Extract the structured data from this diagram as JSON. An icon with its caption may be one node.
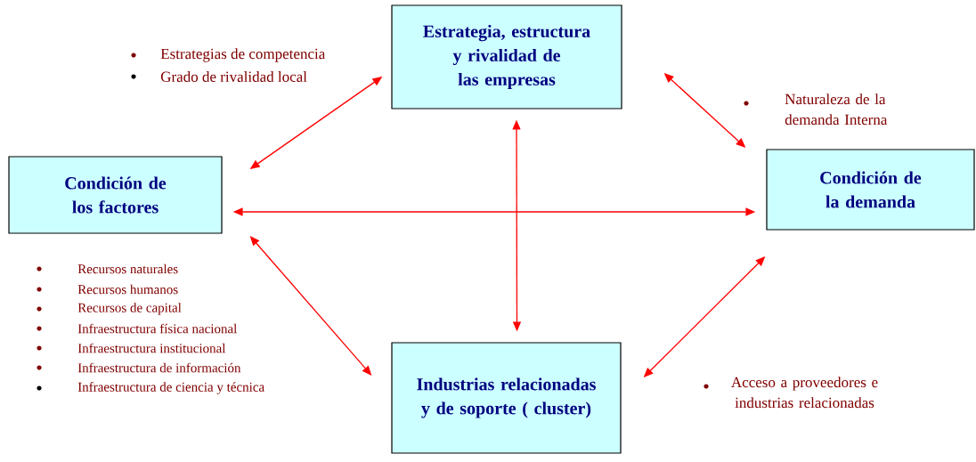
{
  "diagram": {
    "nodes": [
      {
        "text": [
          "Estrategia, estructura y rivalidad de las empresas"
        ]
      },
      {
        "text": [
          "Condición de los factores"
        ]
      },
      {
        "text": [
          "Condición de la demanda"
        ]
      },
      {
        "text": [
          "Industrias relacionadas y de soporte ( cluster)"
        ]
      }
    ],
    "edges": [
      {
        "from": 0,
        "to": 1,
        "arrow": "both"
      },
      {
        "from": 0,
        "to": 2,
        "arrow": "both"
      },
      {
        "from": 1,
        "to": 3,
        "arrow": "both"
      },
      {
        "from": 2,
        "to": 3,
        "arrow": "both"
      },
      {
        "from": 1,
        "to": 2,
        "arrow": "both"
      },
      {
        "from": 0,
        "to": 3,
        "arrow": "both"
      }
    ],
    "labels": [
      "Estrategias de competencia",
      "Grado de rivalidad local",
      "Naturaleza de la demanda Interna",
      "Recursos naturales",
      "Recursos humanos",
      "Recursos de capital",
      "Infraestructura física nacional",
      "Infraestructura institucional",
      "Infraestructura de información",
      "Infraestructura de ciencia y técnica",
      "Acceso a proveedores e industrias relacionadas"
    ]
  }
}
